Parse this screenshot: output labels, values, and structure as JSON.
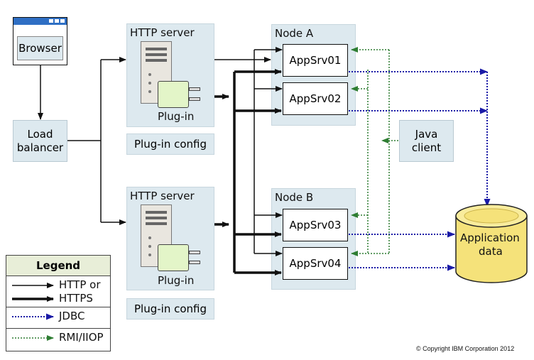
{
  "browser": {
    "label": "Browser"
  },
  "load_balancer": {
    "label_line1": "Load",
    "label_line2": "balancer"
  },
  "http_server_1": {
    "title": "HTTP server",
    "plugin": "Plug-in",
    "config": "Plug-in config"
  },
  "http_server_2": {
    "title": "HTTP server",
    "plugin": "Plug-in",
    "config": "Plug-in config"
  },
  "node_a": {
    "title": "Node A",
    "servers": [
      "AppSrv01",
      "AppSrv02"
    ]
  },
  "node_b": {
    "title": "Node B",
    "servers": [
      "AppSrv03",
      "AppSrv04"
    ]
  },
  "java_client": {
    "line1": "Java",
    "line2": "client"
  },
  "application_data": {
    "line1": "Application",
    "line2": "data"
  },
  "legend": {
    "title": "Legend",
    "http_line1": "HTTP or",
    "http_line2": "HTTPS",
    "jdbc": "JDBC",
    "rmi": "RMI/IIOP"
  },
  "copyright": "© Copyright IBM Corporation 2012",
  "colors": {
    "panel": "#dde9ef",
    "jdbc": "#1a1aa6",
    "rmi": "#2e7d32",
    "legend_header": "#e8eed8",
    "db": "#f5e27a"
  }
}
